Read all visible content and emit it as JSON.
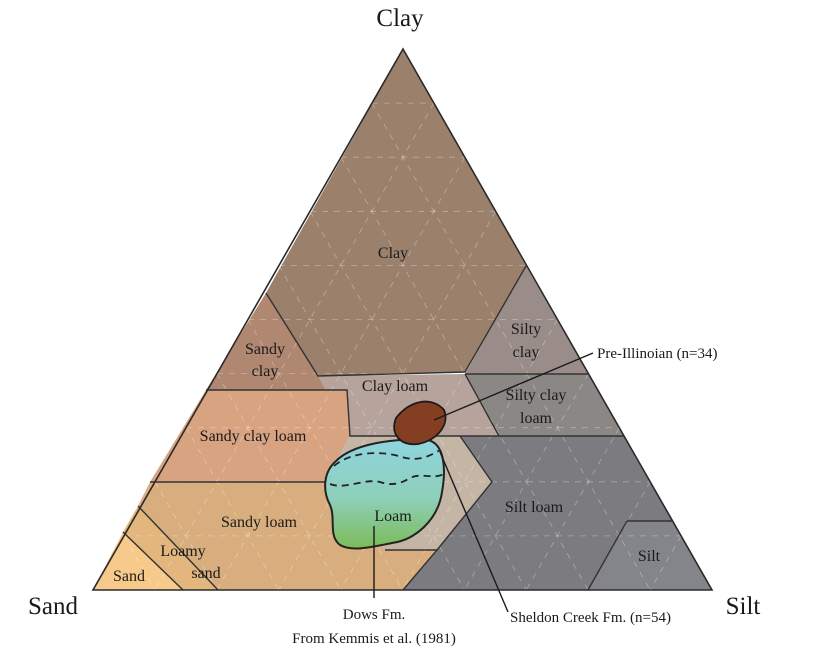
{
  "corners": {
    "top": "Clay",
    "left": "Sand",
    "right": "Silt"
  },
  "regions": {
    "clay": "Clay",
    "sandy_clay_1": "Sandy",
    "sandy_clay_2": "clay",
    "silty_clay_1": "Silty",
    "silty_clay_2": "clay",
    "clay_loam": "Clay loam",
    "silty_clay_loam_1": "Silty clay",
    "silty_clay_loam_2": "loam",
    "sandy_clay_loam": "Sandy clay loam",
    "loam": "Loam",
    "silt_loam": "Silt loam",
    "sandy_loam": "Sandy loam",
    "loamy_sand_1": "Loamy",
    "loamy_sand_2": "sand",
    "sand": "Sand",
    "silt": "Silt"
  },
  "annotations": {
    "pre_illinoian": "Pre-Illinoian (n=34)",
    "sheldon_creek": "Sheldon Creek Fm. (n=54)",
    "dows": "Dows Fm.",
    "source": "From Kemmis et al. (1981)"
  },
  "colors": {
    "clay": "#9b806c",
    "sandy_clay": "#b08871",
    "silty_clay": "#9a8d89",
    "clay_loam": "#b5a39c",
    "silty_clay_loam": "#8a8785",
    "sandy_clay_loam": "#d8a381",
    "loam": "#c4b5a5",
    "silt_loam": "#7c7c80",
    "silt": "#84858a",
    "sandy_loam": "#d9ae7e",
    "loamy_sand": "#e2b67d",
    "sand": "#f7c98b",
    "pre_illinoian": "#843f22",
    "sheldon_creek": "#86cfd6",
    "dows": "#79ba4f"
  }
}
